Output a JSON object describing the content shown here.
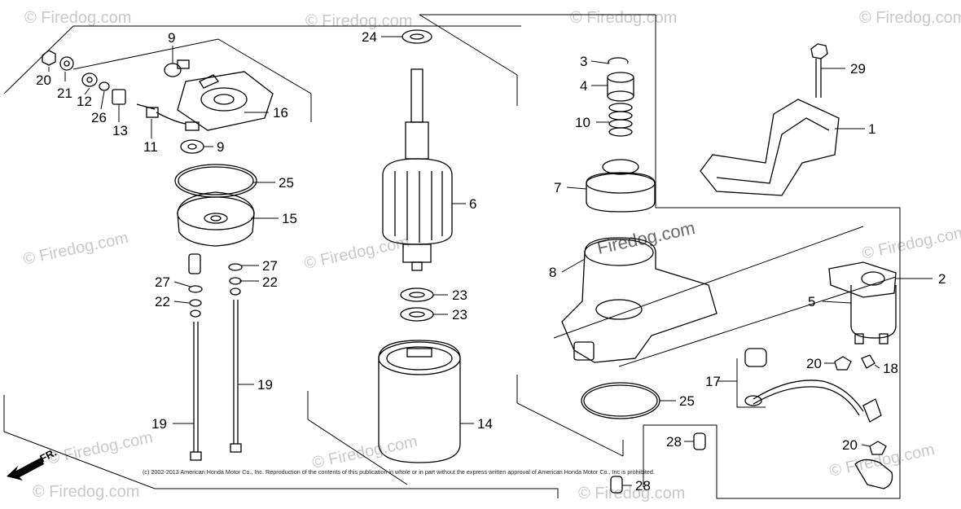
{
  "watermarks": [
    "© Firedog.com",
    "© Firedog.com",
    "© Firedog.com",
    "© Firedog.com",
    "© Firedog.com",
    "© Firedog.com",
    "© Firedog.com",
    "© Firedog.com",
    "© Firedog.com",
    "© Firedog.com",
    "© Firedog.com",
    "© Firedog.com"
  ],
  "watermark_center": "Firedog.com",
  "copyright": "(c) 2002-2013 American Honda Motor Co., Inc. Reproduction of the contents of this publication in whole or in part without the express written approval of American Honda Motor Co., Inc is prohibited.",
  "direction_label": "FR.",
  "callouts": {
    "c9a": "9",
    "c20a": "20",
    "c21": "21",
    "c12": "12",
    "c26": "26",
    "c13": "13",
    "c11": "11",
    "c9b": "9",
    "c16": "16",
    "c25a": "25",
    "c15": "15",
    "c27a": "27",
    "c22a": "22",
    "c27b": "27",
    "c22b": "22",
    "c19a": "19",
    "c19b": "19",
    "c24": "24",
    "c6": "6",
    "c23a": "23",
    "c23b": "23",
    "c14": "14",
    "c3": "3",
    "c4": "4",
    "c10": "10",
    "c7": "7",
    "c29": "29",
    "c1": "1",
    "c8": "8",
    "c2": "2",
    "c5": "5",
    "c20b": "20",
    "c18": "18",
    "c17": "17",
    "c25b": "25",
    "c28a": "28",
    "c28b": "28",
    "c20c": "20"
  }
}
